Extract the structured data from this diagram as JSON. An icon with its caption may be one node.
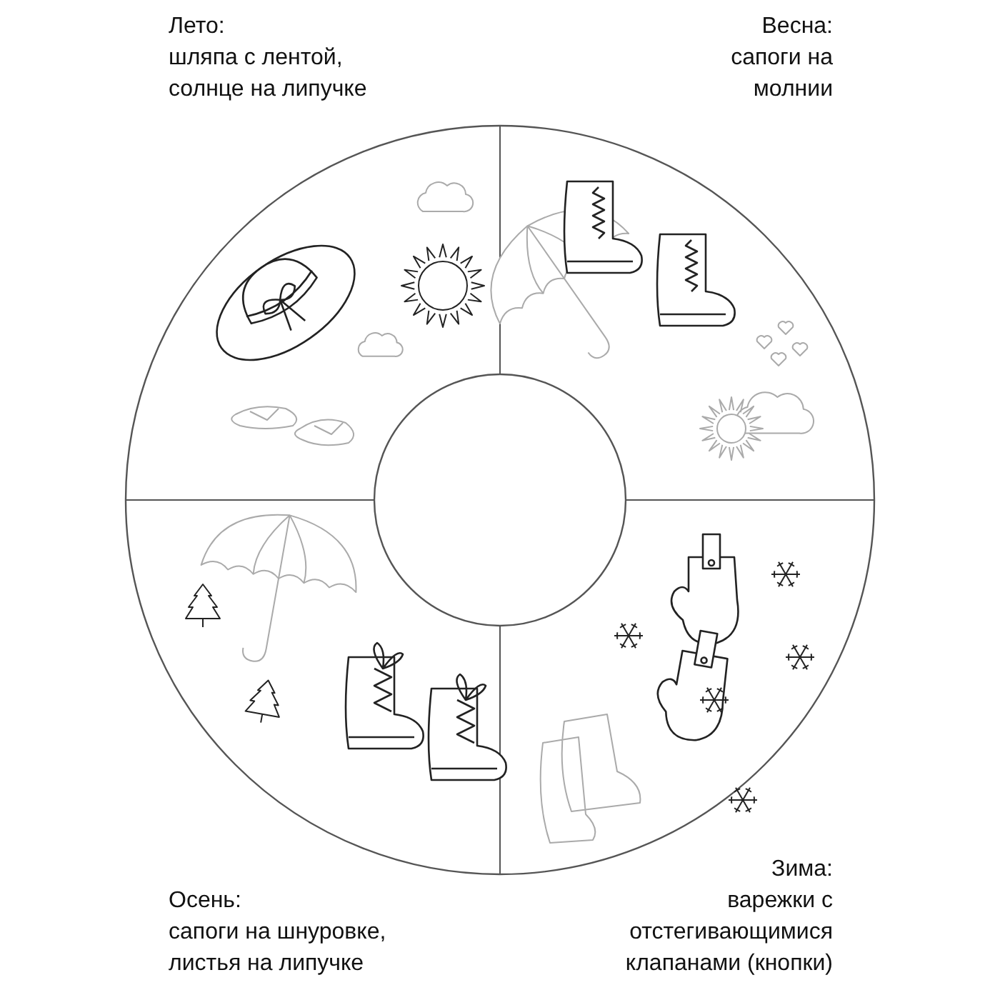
{
  "diagram": {
    "labels": [
      "Лето:",
      "шляпа с лентой, солнце на липучке",
      "Весна:",
      "сапоги на молнии",
      "Осень:",
      "сапоги на шнуровке, листья на липучке",
      "Зима:",
      "варежки с отстегивающимися клапанами (кнопки)"
    ]
  }
}
